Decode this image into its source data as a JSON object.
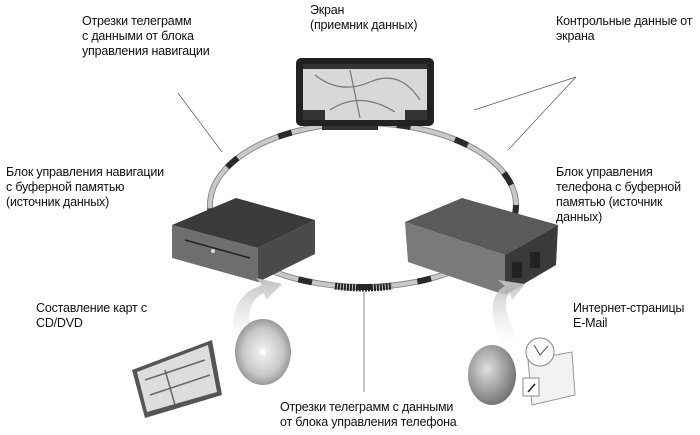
{
  "labels": {
    "screen": [
      "Экран",
      "(приемник данных)"
    ],
    "nav_segments": [
      "Отрезки телеграмм",
      "с данными от блока",
      "управления навигации"
    ],
    "control_data": [
      "Контрольные данные от",
      "экрана"
    ],
    "nav_unit": [
      "Блок управления навигации",
      "с буферной памятью",
      "(источник данных)"
    ],
    "phone_unit": [
      "Блок управления",
      "телефона с буферной",
      "памятью (источник",
      "данных)"
    ],
    "maps": [
      "Составление карт с",
      "CD/DVD"
    ],
    "internet": [
      "Интернет-страницы",
      "E-Mail"
    ],
    "phone_segments": [
      "Отрезки телеграмм с данными",
      "от блока управления телефона"
    ]
  },
  "colors": {
    "ring": "#b5b5b5",
    "ring_band": "#2a2a2a",
    "device": "#4a4a4a",
    "arrow": "#cfcfcf"
  }
}
